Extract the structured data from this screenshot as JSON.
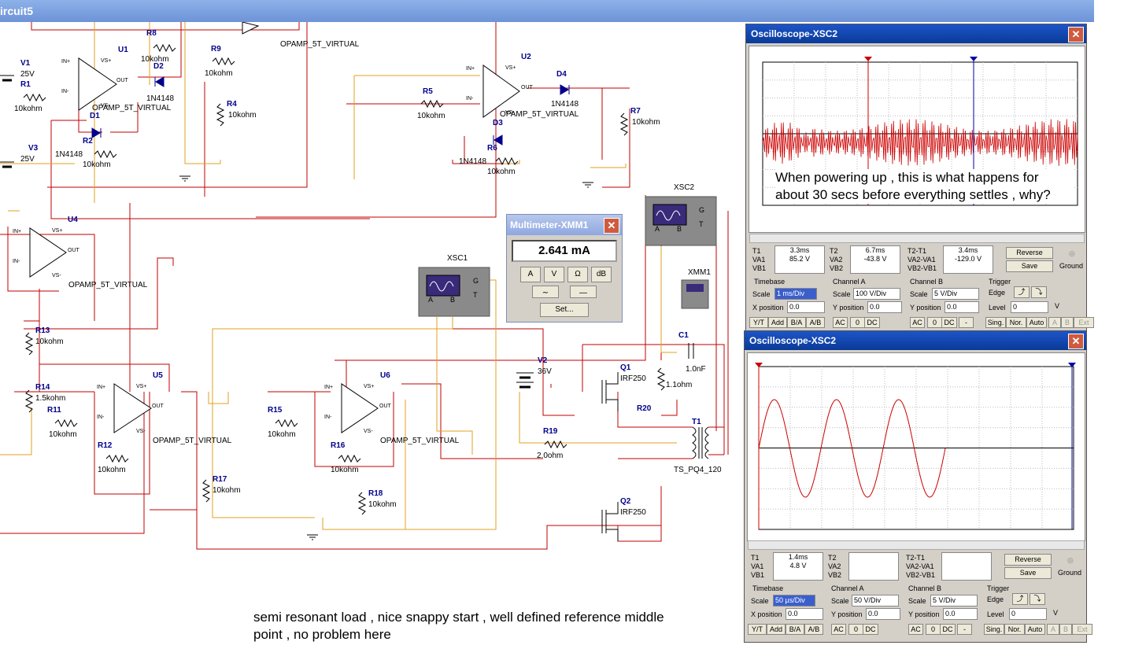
{
  "window_title": "ircuit5",
  "schematic": {
    "opamp_model": "OPAMP_5T_VIRTUAL",
    "opamps": [
      "U1",
      "U2",
      "U4",
      "U5",
      "U6"
    ],
    "sources": [
      {
        "ref": "V1",
        "value": "25V"
      },
      {
        "ref": "V3",
        "value": "25V"
      },
      {
        "ref": "V2",
        "value": "36V"
      }
    ],
    "resistors": [
      {
        "ref": "R1",
        "value": "10kohm"
      },
      {
        "ref": "R2",
        "value": "10kohm"
      },
      {
        "ref": "R4",
        "value": "10kohm"
      },
      {
        "ref": "R5",
        "value": "10kohm"
      },
      {
        "ref": "R6",
        "value": "10kohm"
      },
      {
        "ref": "R7",
        "value": "10kohm"
      },
      {
        "ref": "R8",
        "value": "10kohm"
      },
      {
        "ref": "R9",
        "value": "10kohm"
      },
      {
        "ref": "R11",
        "value": "10kohm"
      },
      {
        "ref": "R12",
        "value": "10kohm"
      },
      {
        "ref": "R13",
        "value": "10kohm"
      },
      {
        "ref": "R14",
        "value": "1.5kohm"
      },
      {
        "ref": "R15",
        "value": "10kohm"
      },
      {
        "ref": "R16",
        "value": "10kohm"
      },
      {
        "ref": "R17",
        "value": "10kohm"
      },
      {
        "ref": "R18",
        "value": "10kohm"
      },
      {
        "ref": "R19",
        "value": "2.0ohm"
      },
      {
        "ref": "R20",
        "value": "1.1ohm"
      }
    ],
    "diodes": [
      {
        "ref": "D1",
        "value": "1N4148"
      },
      {
        "ref": "D2",
        "value": "1N4148"
      },
      {
        "ref": "D3",
        "value": "1N4148"
      },
      {
        "ref": "D4",
        "value": "1N4148"
      }
    ],
    "mosfets": [
      {
        "ref": "Q1",
        "value": "IRF250"
      },
      {
        "ref": "Q2",
        "value": "IRF250"
      }
    ],
    "capacitor": {
      "ref": "C1",
      "value": "1.0nF"
    },
    "transformer": {
      "ref": "T1",
      "value": "TS_PQ4_120"
    },
    "instruments": {
      "xsc1": "XSC1",
      "xsc2": "XSC2",
      "xmm1": "XMM1"
    },
    "pin_labels": {
      "in_plus": "IN+",
      "in_minus": "IN-",
      "vs_plus": "VS+",
      "vs_minus": "VS-",
      "out": "OUT",
      "a": "A",
      "b": "B",
      "g": "G",
      "t": "T"
    }
  },
  "multimeter": {
    "title": "Multimeter-XMM1",
    "reading": "2.641 mA",
    "modes": [
      "A",
      "V",
      "Ω",
      "dB"
    ],
    "set_label": "Set..."
  },
  "osc_top": {
    "title": "Oscilloscope-XSC2",
    "note": "When powering up , this is what happens for about 30 secs before everything settles , why?",
    "t1": {
      "time": "3.3ms",
      "va": "85.2 V",
      "vb": ""
    },
    "t2": {
      "time": "6.7ms",
      "va": "-43.8 V",
      "vb": ""
    },
    "t21": {
      "time": "3.4ms",
      "va": "-129.0 V",
      "vb": ""
    },
    "timebase": {
      "scale": "1 ms/Div",
      "xpos": "0.0"
    },
    "channel_a": {
      "scale": "100 V/Div",
      "ypos": "0.0"
    },
    "channel_b": {
      "scale": "5 V/Div",
      "ypos": "0.0"
    },
    "trigger": {
      "level": "0",
      "unit": "V"
    }
  },
  "osc_bottom": {
    "title": "Oscilloscope-XSC2",
    "t1": {
      "time": "1.4ms",
      "va": "4.8 V",
      "vb": ""
    },
    "t2": {
      "time": "",
      "va": "",
      "vb": ""
    },
    "t21": {
      "time": "",
      "va": "",
      "vb": ""
    },
    "timebase": {
      "scale": "50 µs/Div",
      "xpos": "0.0"
    },
    "channel_a": {
      "scale": "50 V/Div",
      "ypos": "0.0"
    },
    "channel_b": {
      "scale": "5 V/Div",
      "ypos": "0.0"
    },
    "trigger": {
      "level": "0",
      "unit": "V"
    }
  },
  "osc_labels": {
    "t1": "T1",
    "t2": "T2",
    "t21": "T2-T1",
    "va1": "VA1",
    "vb1": "VB1",
    "va2": "VA2",
    "vb2": "VB2",
    "va21": "VA2-VA1",
    "vb21": "VB2-VB1",
    "reverse": "Reverse",
    "save": "Save",
    "ground": "Ground",
    "timebase": "Timebase",
    "channel_a": "Channel A",
    "channel_b": "Channel B",
    "trigger": "Trigger",
    "scale": "Scale",
    "xpos": "X position",
    "ypos": "Y position",
    "edge": "Edge",
    "level": "Level",
    "yt": "Y/T",
    "add": "Add",
    "ba": "B/A",
    "ab": "A/B",
    "ac": "AC",
    "zero": "0",
    "dc": "DC",
    "minus": "-",
    "sing": "Sing.",
    "nor": "Nor.",
    "auto": "Auto",
    "a": "A",
    "b": "B",
    "ext": "Ext"
  },
  "note": "semi resonant load , nice snappy start , well defined reference middle point , no problem here",
  "colors": {
    "wire_red": "#c00000",
    "wire_orange": "#e0a020",
    "ref_blue": "#00008b",
    "trace": "#cc0000"
  }
}
